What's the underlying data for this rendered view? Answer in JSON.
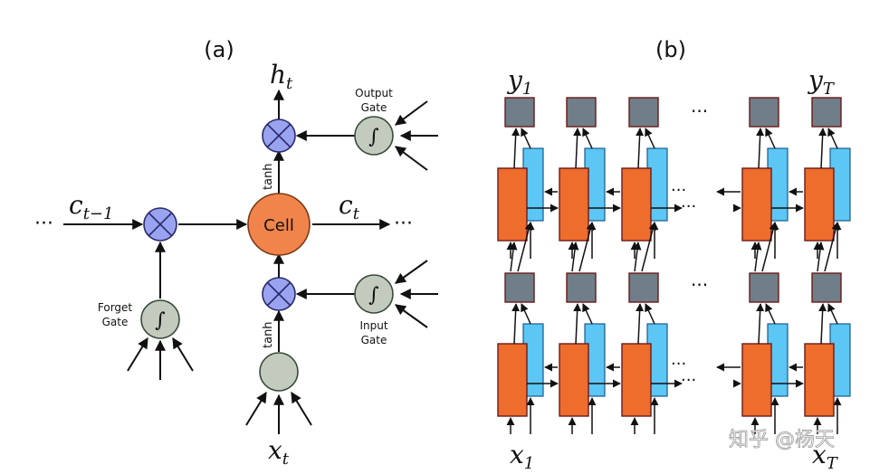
{
  "panel_a": {
    "title": "(a)",
    "h_label": "h",
    "h_sub": "t",
    "c_prev_label": "c",
    "c_prev_sub": "t−1",
    "c_label": "c",
    "c_sub": "t",
    "x_label": "x",
    "x_sub": "t",
    "cell_label": "Cell",
    "tanh_top": "tanh",
    "tanh_bottom": "tanh",
    "output_gate": [
      "Output",
      "Gate"
    ],
    "input_gate": [
      "Input",
      "Gate"
    ],
    "forget_gate": [
      "Forget",
      "Gate"
    ],
    "ellipsis_left": "···",
    "ellipsis_right": "···",
    "sigma_symbol": "∫"
  },
  "panel_b": {
    "title": "(b)",
    "y1_label": "y",
    "y1_sub": "1",
    "yT_label": "y",
    "yT_sub": "T",
    "x1_label": "x",
    "x1_sub": "1",
    "xT_label": "x",
    "xT_sub": "T",
    "dots": "···"
  },
  "watermark": "知乎 @杨天",
  "colors": {
    "multiply_node": "#9aa3f0",
    "gate_node": "#c2cbbd",
    "cell_node": "#f0844a",
    "forward_block": "#ee6c2c",
    "backward_block": "#5cc6f4",
    "output_square": "#6f7e88"
  }
}
